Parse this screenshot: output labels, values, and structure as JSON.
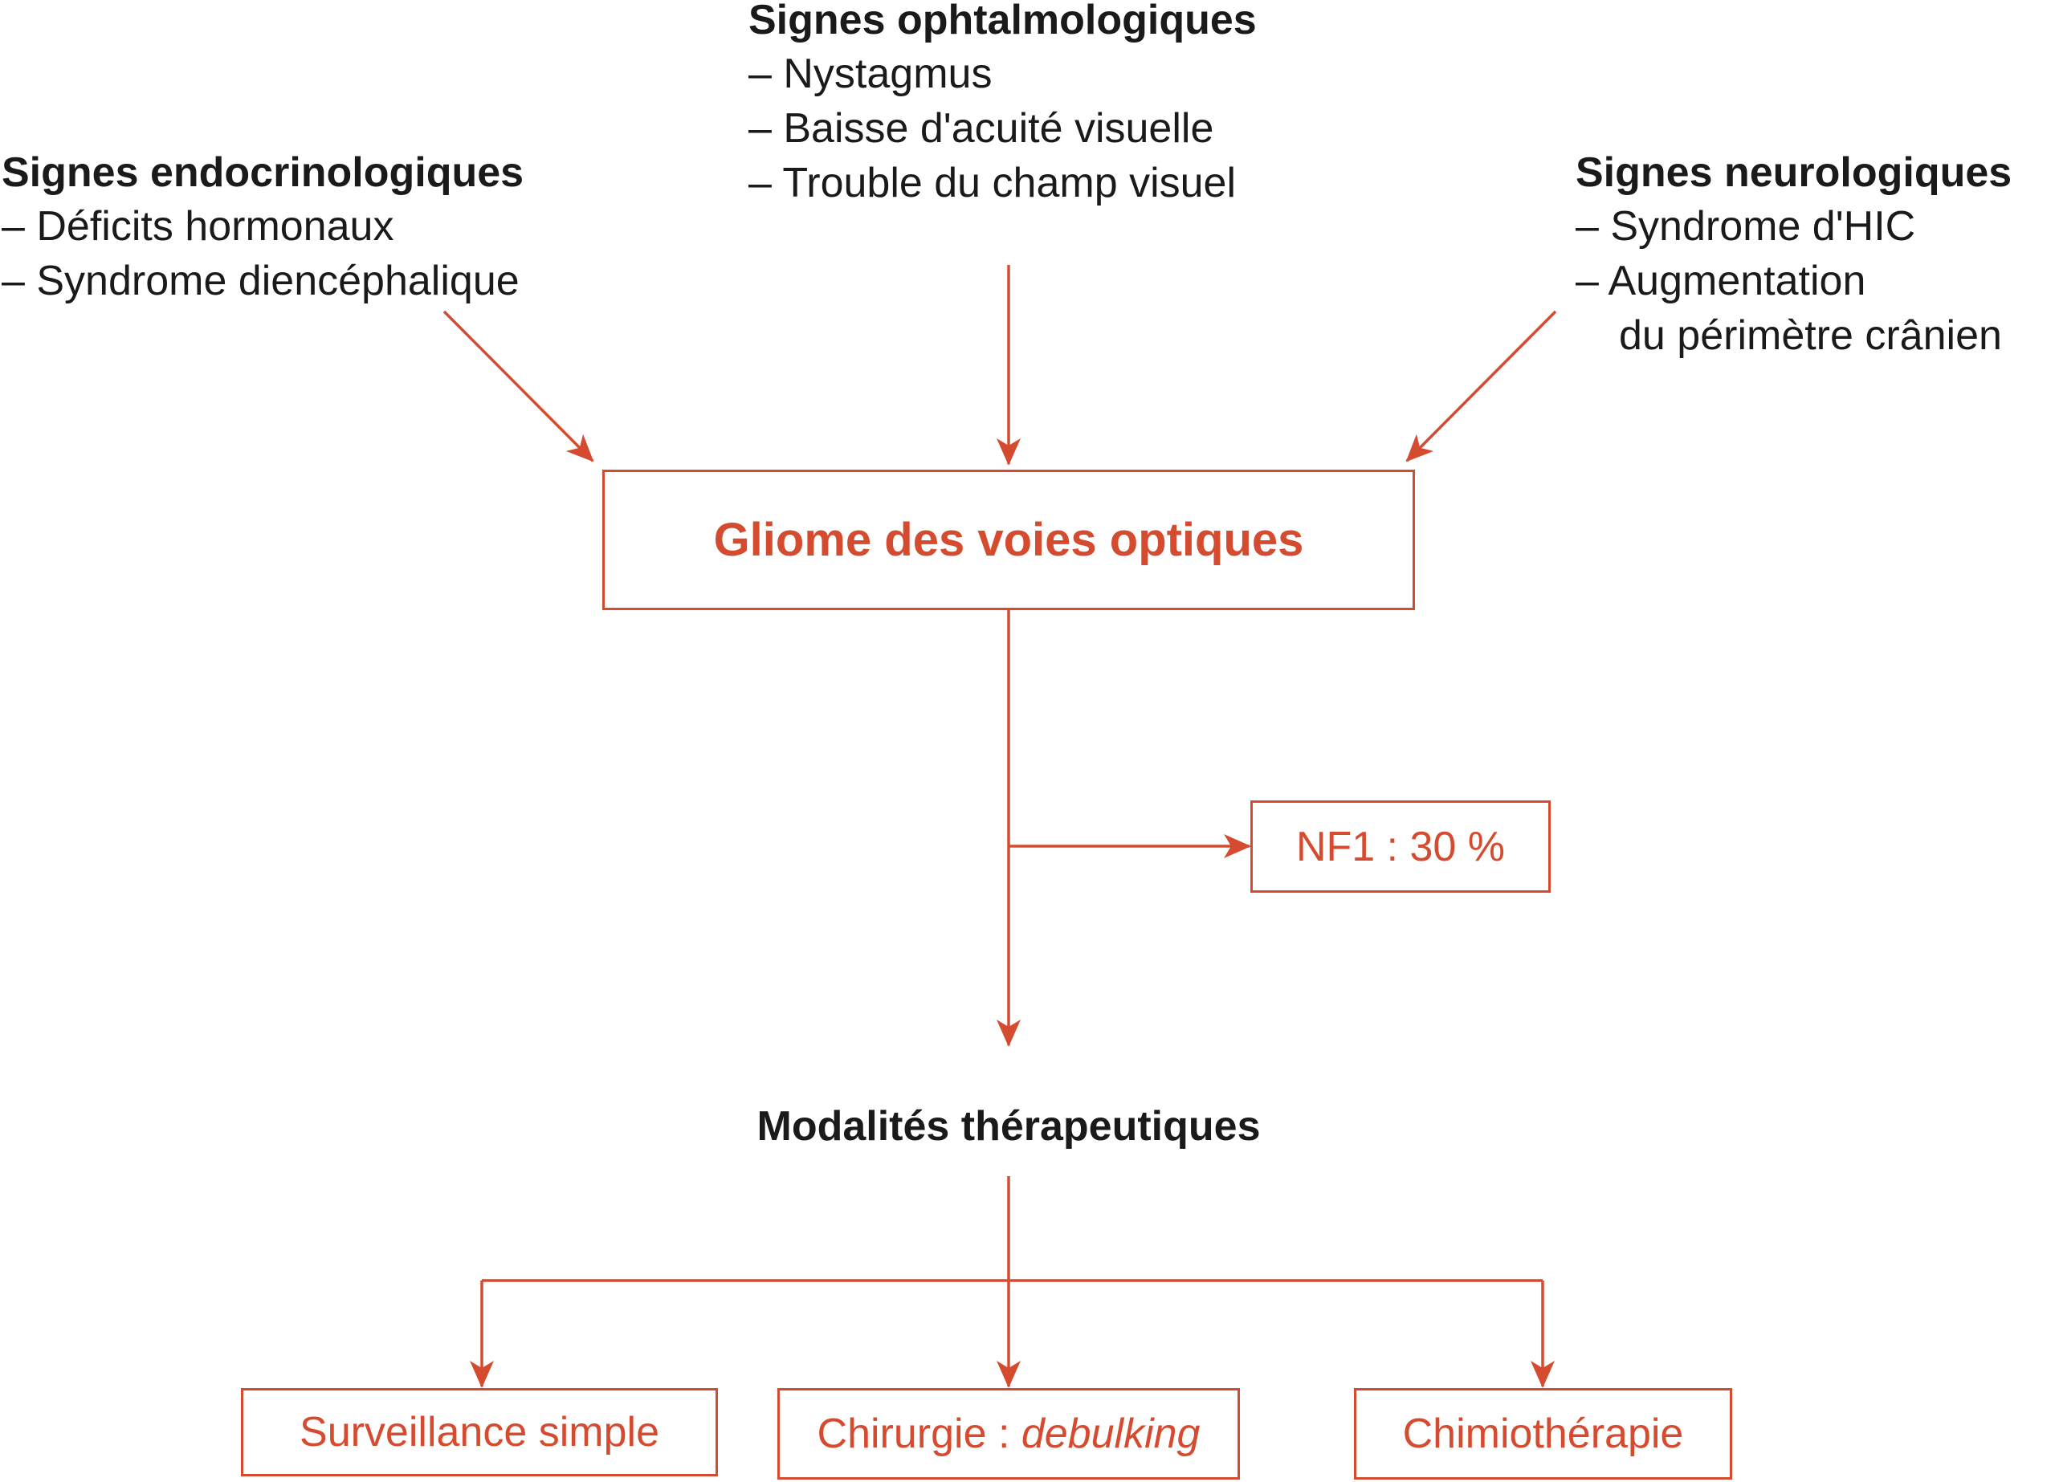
{
  "colors": {
    "accent": "#d54b30",
    "text": "#1a1a1a"
  },
  "ophtalmo": {
    "title": "Signes ophtalmologiques",
    "items": [
      "– Nystagmus",
      "– Baisse d'acuité visuelle",
      "– Trouble du champ visuel"
    ]
  },
  "endocrino": {
    "title": "Signes endocrinologiques",
    "items": [
      "– Déficits hormonaux",
      "– Syndrome diencéphalique"
    ]
  },
  "neuro": {
    "title": "Signes neurologiques",
    "item1": "– Syndrome d'HIC",
    "item2_line1": "– Augmentation",
    "item2_line2": "du périmètre crânien"
  },
  "main_box": {
    "label": "Gliome des voies optiques"
  },
  "nf1_box": {
    "label": "NF1 : 30 %"
  },
  "therapy": {
    "title": "Modalités thérapeutiques",
    "surveillance": "Surveillance simple",
    "chirurgie_prefix": "Chirurgie : ",
    "chirurgie_italic": "debulking",
    "chimio": "Chimiothérapie"
  }
}
